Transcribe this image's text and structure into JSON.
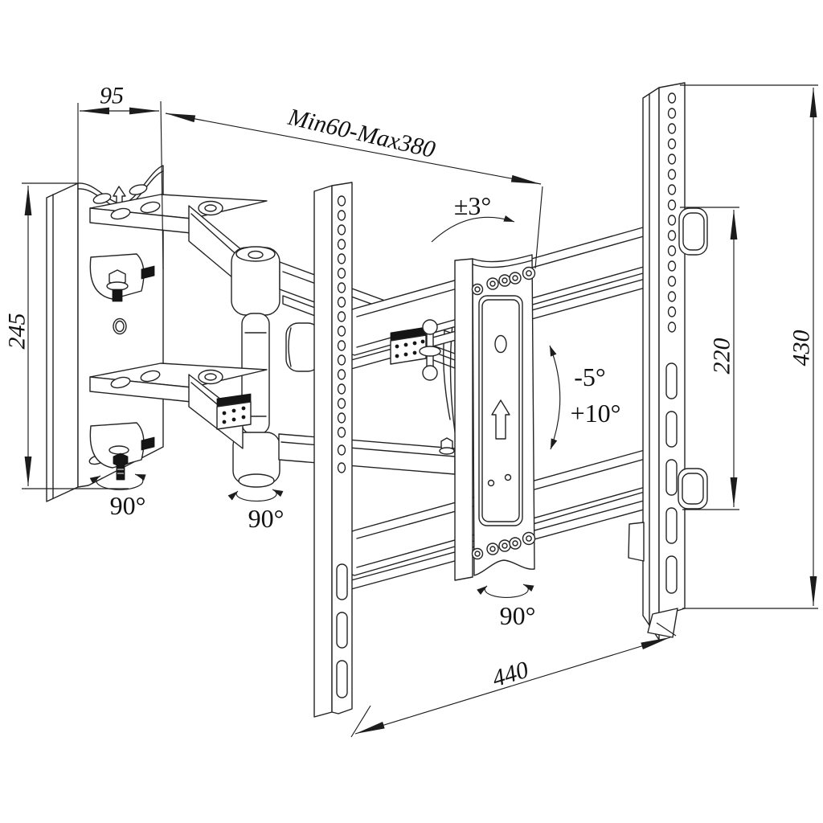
{
  "drawing": {
    "background": "#ffffff",
    "line_color": "#232323",
    "labels": {
      "plate_width": "95",
      "extension_range": "Min60-Max380",
      "swivel_fine": "±3°",
      "plate_height": "245",
      "tilt_up": "-5°",
      "tilt_down": "+10°",
      "hole_span": "220",
      "rail_height": "430",
      "rail_span": "440",
      "swivel_wall": "90°",
      "swivel_elbow": "90°",
      "swivel_head": "90°"
    }
  }
}
